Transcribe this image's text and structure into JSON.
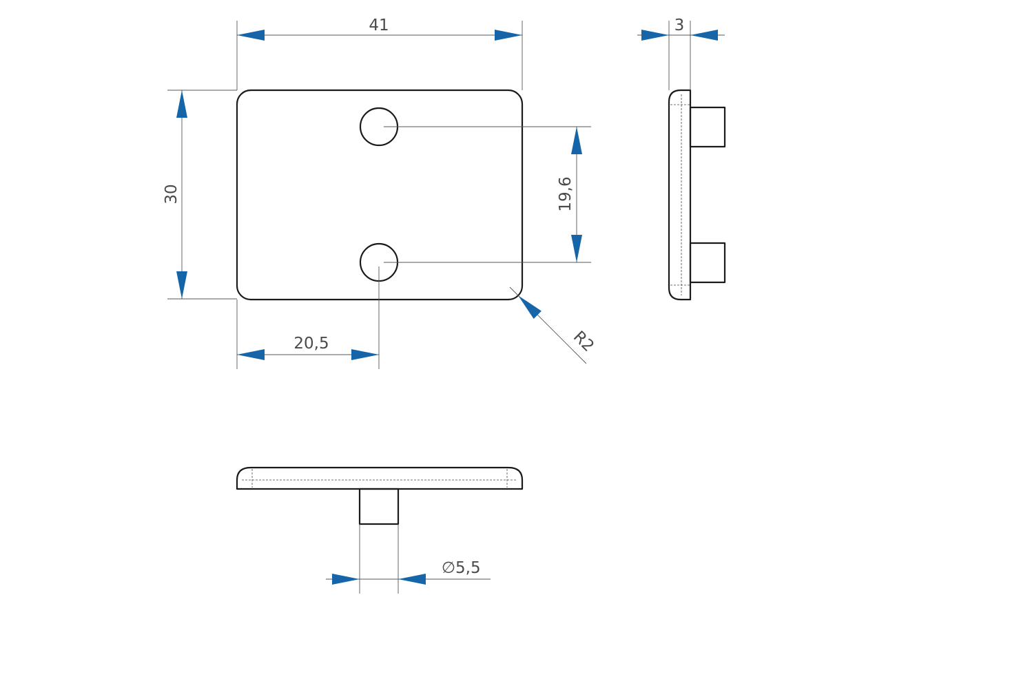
{
  "colors": {
    "arrow": "#1565a8",
    "outline": "#1a1a1a",
    "dimension_line": "#555555"
  },
  "dimensions": {
    "width": "41",
    "height": "30",
    "thickness": "3",
    "hole_spacing": "19,6",
    "hole_offset": "20,5",
    "corner_radius": "R2",
    "peg_diameter": "∅5,5"
  }
}
